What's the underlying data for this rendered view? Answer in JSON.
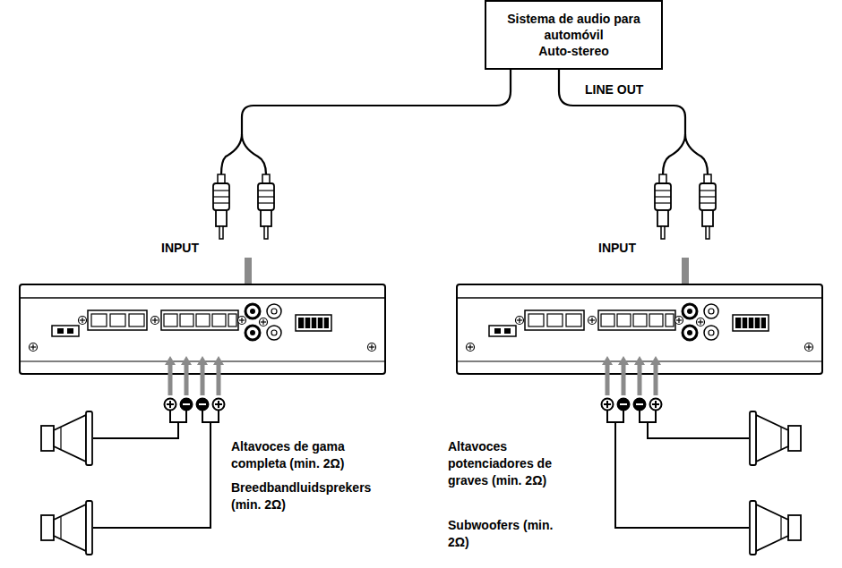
{
  "diagram": {
    "nodes": [
      {
        "text": [
          "Sistema de audio para automóvil",
          "Auto-stereo"
        ]
      }
    ],
    "labels": [
      "LINE OUT",
      "INPUT",
      "INPUT",
      "Altavoces de gama completa (min. 2Ω)",
      "Breedbandluidsprekers (min. 2Ω)",
      "Altavoces potenciadores de graves (min. 2Ω)",
      "Subwoofers (min. 2Ω)"
    ]
  }
}
